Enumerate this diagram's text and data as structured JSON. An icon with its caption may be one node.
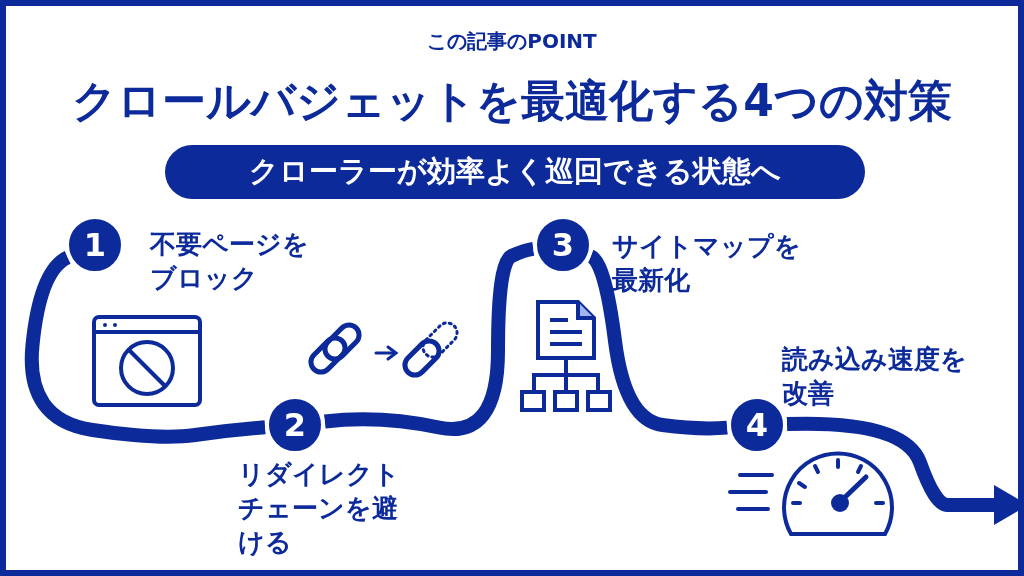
{
  "diagram": {
    "title": "クロールバジェットを最適化する4つの対策",
    "nodes": [
      {
        "text": [
          "クローラーが効率よく巡回できる状態へ"
        ]
      },
      {
        "text": [
          "1"
        ],
        "beside": [
          "不要ページをブロック"
        ]
      },
      {
        "text": [
          "2"
        ],
        "beside": [
          "リダイレクトチェーンを避ける"
        ]
      },
      {
        "text": [
          "3"
        ],
        "beside": [
          "サイトマップを最新化"
        ]
      },
      {
        "text": [
          "4"
        ],
        "beside": [
          "読み込み速度を改善"
        ]
      }
    ],
    "edges": [
      {
        "from": 1,
        "to": 2,
        "arrow": "none"
      },
      {
        "from": 2,
        "to": 3,
        "arrow": "none"
      },
      {
        "from": 3,
        "to": 4,
        "arrow": "none"
      },
      {
        "from": 4,
        "to": null,
        "arrow": "to"
      }
    ],
    "labels": [
      "この記事のPOINT"
    ]
  }
}
